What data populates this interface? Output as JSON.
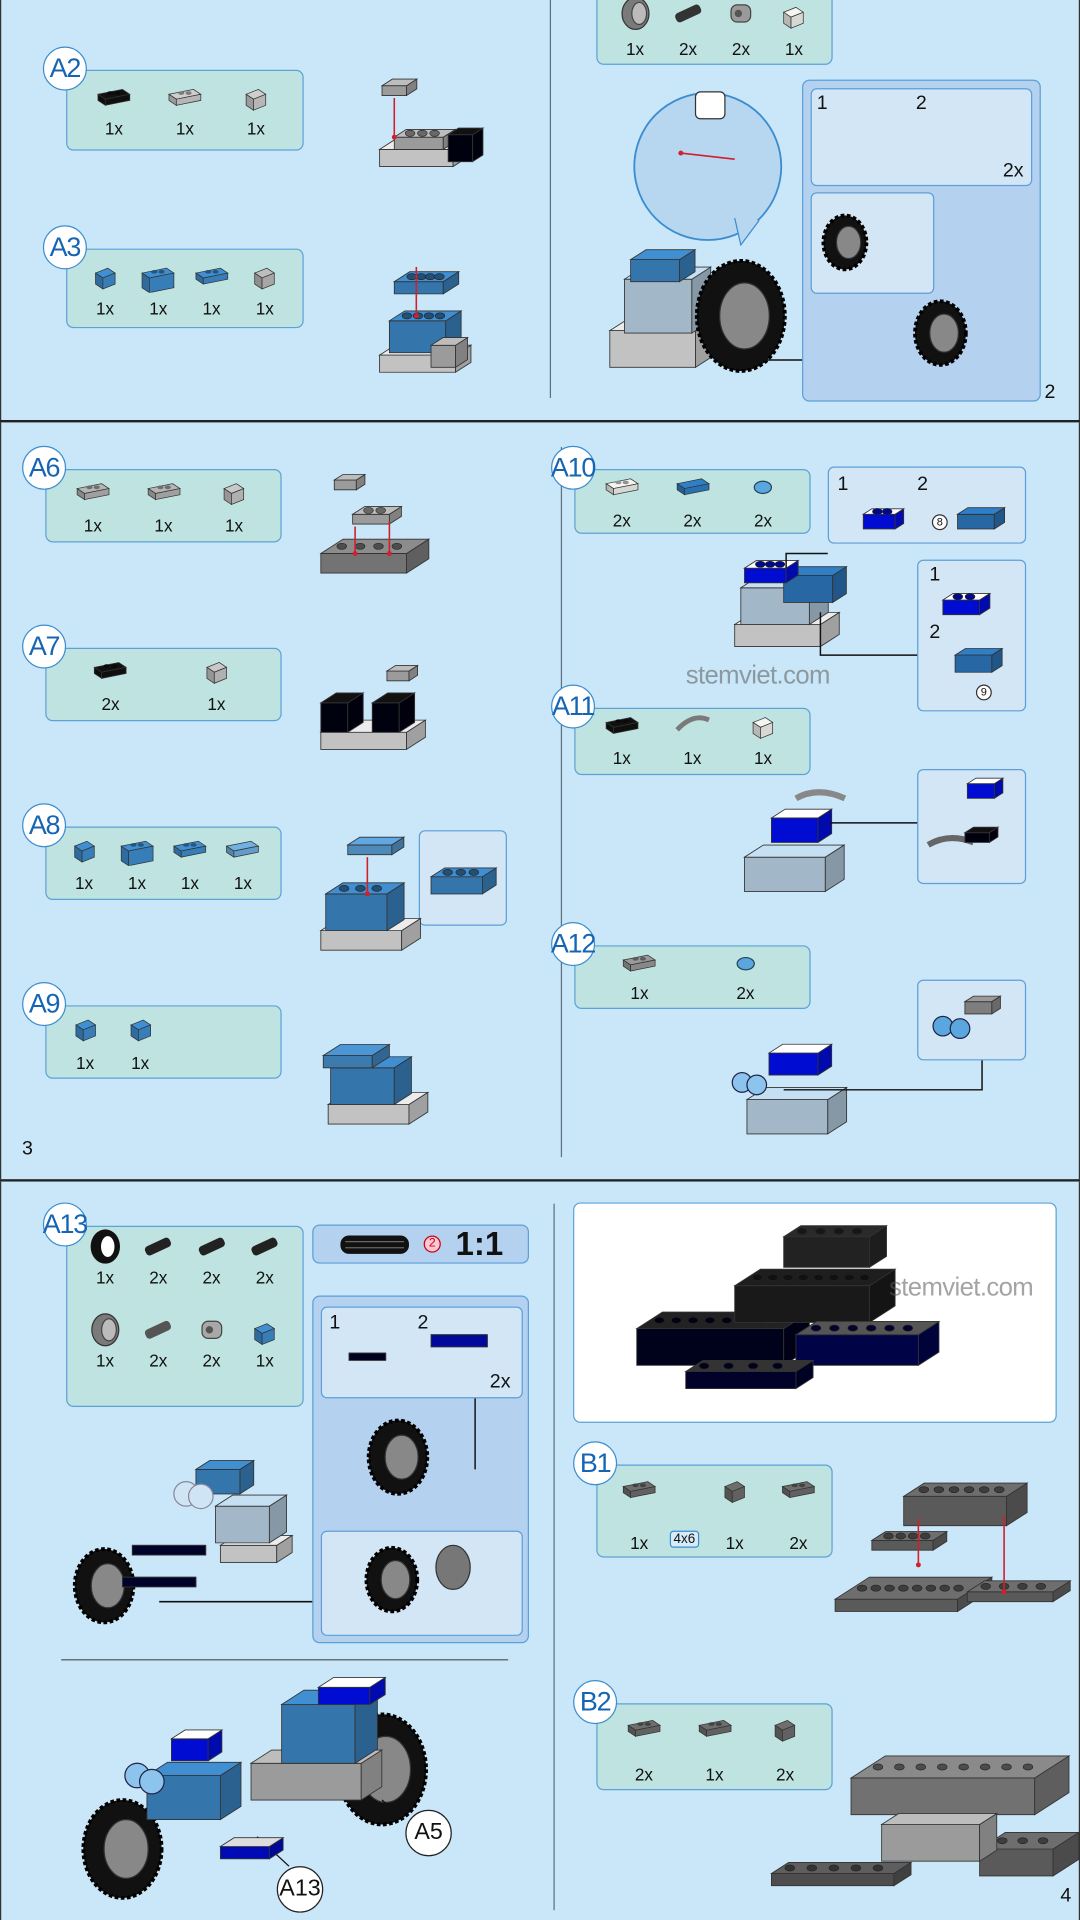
{
  "pages": [
    {
      "number": "2"
    },
    {
      "number": "3"
    },
    {
      "number": "4"
    }
  ],
  "steps": [
    {
      "id": "",
      "key": "A5top",
      "parts": [
        {
          "count": "1x",
          "type": "rim",
          "color": "#7a7a7a"
        },
        {
          "count": "2x",
          "type": "pin",
          "color": "#333333"
        },
        {
          "count": "2x",
          "type": "connector",
          "color": "#9a9a9a"
        },
        {
          "count": "1x",
          "type": "slope",
          "color": "#f4f4f0"
        }
      ]
    },
    {
      "id": "A2",
      "key": "A2",
      "parts": [
        {
          "count": "1x",
          "type": "bracket",
          "color": "#111111"
        },
        {
          "count": "1x",
          "type": "plate",
          "color": "#cfcfcf"
        },
        {
          "count": "1x",
          "type": "slope",
          "color": "#cfcfcf"
        }
      ]
    },
    {
      "id": "A3",
      "key": "A3",
      "parts": [
        {
          "count": "1x",
          "type": "slope",
          "color": "#3f8fd2"
        },
        {
          "count": "1x",
          "type": "brick",
          "color": "#3f8fd2"
        },
        {
          "count": "1x",
          "type": "plate",
          "color": "#3f8fd2"
        },
        {
          "count": "1x",
          "type": "slope",
          "color": "#bdbdbd"
        }
      ]
    },
    {
      "id": "A6",
      "key": "A6",
      "parts": [
        {
          "count": "1x",
          "type": "plate",
          "color": "#b5b5b5"
        },
        {
          "count": "1x",
          "type": "plate",
          "color": "#b5b5b5"
        },
        {
          "count": "1x",
          "type": "slope",
          "color": "#c8c8c8"
        }
      ]
    },
    {
      "id": "A7",
      "key": "A7",
      "parts": [
        {
          "count": "2x",
          "type": "bracket",
          "color": "#111111"
        },
        {
          "count": "1x",
          "type": "slope",
          "color": "#c8c8c8"
        }
      ]
    },
    {
      "id": "A8",
      "key": "A8",
      "parts": [
        {
          "count": "1x",
          "type": "slope",
          "color": "#3f8fd2"
        },
        {
          "count": "1x",
          "type": "brick",
          "color": "#3f8fd2"
        },
        {
          "count": "1x",
          "type": "plate",
          "color": "#3f8fd2"
        },
        {
          "count": "1x",
          "type": "tile",
          "color": "#6fb1e3"
        }
      ]
    },
    {
      "id": "A9",
      "key": "A9",
      "parts": [
        {
          "count": "1x",
          "type": "slope",
          "color": "#3f8fd2"
        },
        {
          "count": "1x",
          "type": "slope",
          "color": "#3f8fd2"
        }
      ]
    },
    {
      "id": "A10",
      "key": "A10",
      "parts": [
        {
          "count": "2x",
          "type": "bracket",
          "color": "#f4f4f0"
        },
        {
          "count": "2x",
          "type": "tile",
          "color": "#2f7fc8"
        },
        {
          "count": "2x",
          "type": "round",
          "color": "#5aa7e0"
        }
      ]
    },
    {
      "id": "A11",
      "key": "A11",
      "parts": [
        {
          "count": "1x",
          "type": "bracket",
          "color": "#111111"
        },
        {
          "count": "1x",
          "type": "bar",
          "color": "#7a7a7a"
        },
        {
          "count": "1x",
          "type": "slope",
          "color": "#f4f4f0"
        }
      ]
    },
    {
      "id": "A12",
      "key": "A12",
      "parts": [
        {
          "count": "1x",
          "type": "plate",
          "color": "#9a9a9a"
        },
        {
          "count": "2x",
          "type": "round",
          "color": "#5aa7e0"
        }
      ]
    },
    {
      "id": "A13",
      "key": "A13",
      "parts": [
        {
          "count": "1x",
          "type": "tire",
          "color": "#111111"
        },
        {
          "count": "2x",
          "type": "axle",
          "color": "#222222"
        },
        {
          "count": "2x",
          "type": "axle",
          "color": "#222222"
        },
        {
          "count": "2x",
          "type": "pin",
          "color": "#222222"
        },
        {
          "count": "1x",
          "type": "rim",
          "color": "#7a7a7a"
        },
        {
          "count": "2x",
          "type": "pin",
          "color": "#555555"
        },
        {
          "count": "2x",
          "type": "connector",
          "color": "#a8a8a8"
        },
        {
          "count": "1x",
          "type": "slope",
          "color": "#3f8fd2"
        }
      ]
    },
    {
      "id": "B1",
      "key": "B1",
      "size_tag": "4x6",
      "parts": [
        {
          "count": "1x",
          "type": "plate",
          "color": "#6e6e6e"
        },
        {
          "count": "1x",
          "type": "slope",
          "color": "#6e6e6e"
        },
        {
          "count": "2x",
          "type": "plate",
          "color": "#6e6e6e"
        }
      ]
    },
    {
      "id": "B2",
      "key": "B2",
      "parts": [
        {
          "count": "2x",
          "type": "plate",
          "color": "#6e6e6e"
        },
        {
          "count": "1x",
          "type": "plate",
          "color": "#6e6e6e"
        },
        {
          "count": "2x",
          "type": "slope",
          "color": "#6e6e6e"
        }
      ]
    }
  ],
  "sub_steps": {
    "a5_wheel": {
      "step1": "1",
      "step2": "2",
      "count": "2x"
    },
    "a10_left": {
      "step1": "1",
      "step2": "2",
      "sticker": "8"
    },
    "a10_right": {
      "step1": "1",
      "step2": "2",
      "sticker": "9"
    },
    "a13_wheel": {
      "step1": "1",
      "step2": "2",
      "count": "2x"
    }
  },
  "scale_indicator": {
    "marker": "2",
    "ratio": "1:1"
  },
  "callouts": {
    "a5": "A5",
    "a13": "A13"
  },
  "watermark": "stemviet.com",
  "colors": {
    "background": "#c9e7f8",
    "parts_box": "#bfe3e0",
    "sub_box": "#b4d2ef",
    "badge_text": "#1565b4",
    "arrow": "#d0202a"
  }
}
